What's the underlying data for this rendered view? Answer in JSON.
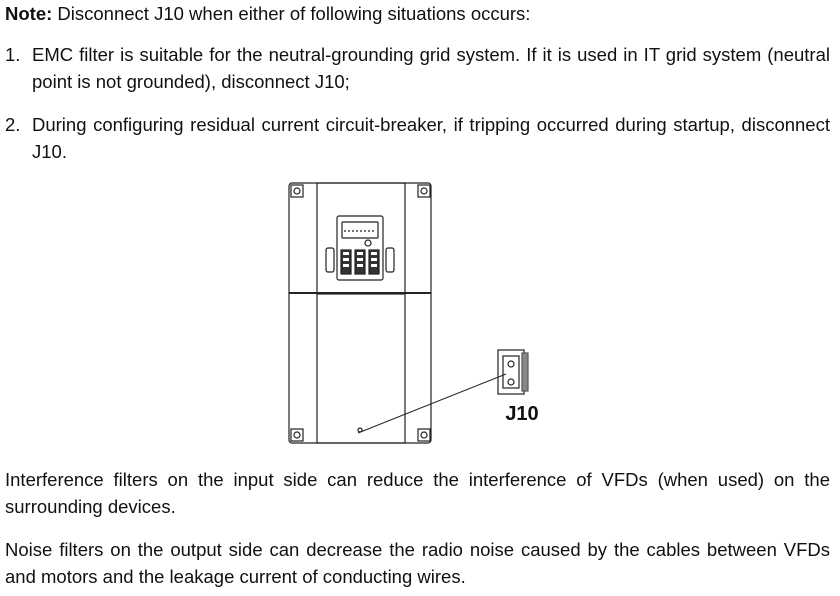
{
  "note": {
    "label": "Note:",
    "text": " Disconnect J10 when either of following situations occurs:"
  },
  "items": [
    {
      "number": "1.",
      "text": "EMC filter is suitable for the neutral-grounding grid system. If it is used in IT grid system (neutral point is not grounded), disconnect J10;"
    },
    {
      "number": "2.",
      "text": "During configuring residual current circuit-breaker, if tripping occurred during startup, disconnect J10."
    }
  ],
  "figure": {
    "jumper_label": "J10"
  },
  "paragraphs": [
    "Interference filters on the input side can reduce the interference of VFDs (when used) on the surrounding devices.",
    "Noise filters on the output side can decrease the radio noise caused by the cables between VFDs and motors and the leakage current of conducting wires."
  ]
}
